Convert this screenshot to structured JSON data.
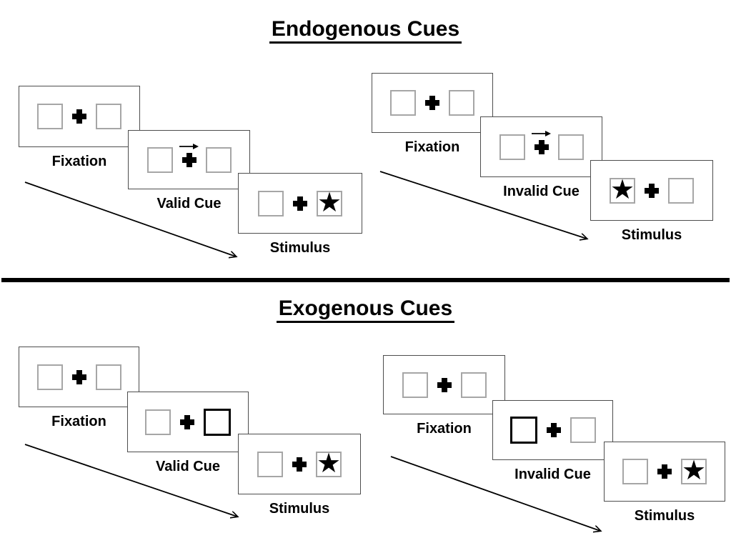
{
  "slide": {
    "background_color": "#ffffff",
    "ink_color": "#000000",
    "divider_color": "#000000",
    "panel_border_color": "#4d4d4d",
    "box_border_color": "#a6a6a6"
  },
  "glyphs": {
    "star": "★",
    "fixation_cross": "+",
    "cue_arrow_direction": "right"
  },
  "sections": [
    {
      "title": "Endogenous Cues",
      "groups": [
        {
          "name": "valid",
          "panels": [
            {
              "label": "Fixation",
              "content": "two empty boxes with central cross"
            },
            {
              "label": "Valid Cue",
              "content": "arrow above cross pointing right"
            },
            {
              "label": "Stimulus",
              "content": "star in right box"
            }
          ]
        },
        {
          "name": "invalid",
          "panels": [
            {
              "label": "Fixation",
              "content": "two empty boxes with central cross"
            },
            {
              "label": "Invalid Cue",
              "content": "arrow above cross pointing right"
            },
            {
              "label": "Stimulus",
              "content": "star in left box"
            }
          ]
        }
      ]
    },
    {
      "title": "Exogenous Cues",
      "groups": [
        {
          "name": "valid",
          "panels": [
            {
              "label": "Fixation",
              "content": "two empty boxes with central cross"
            },
            {
              "label": "Valid Cue",
              "content": "thick highlighted box on right"
            },
            {
              "label": "Stimulus",
              "content": "star in right box"
            }
          ]
        },
        {
          "name": "invalid",
          "panels": [
            {
              "label": "Fixation",
              "content": "two empty boxes with central cross"
            },
            {
              "label": "Invalid Cue",
              "content": "thick highlighted box on left"
            },
            {
              "label": "Stimulus",
              "content": "star in right box"
            }
          ]
        }
      ]
    }
  ]
}
